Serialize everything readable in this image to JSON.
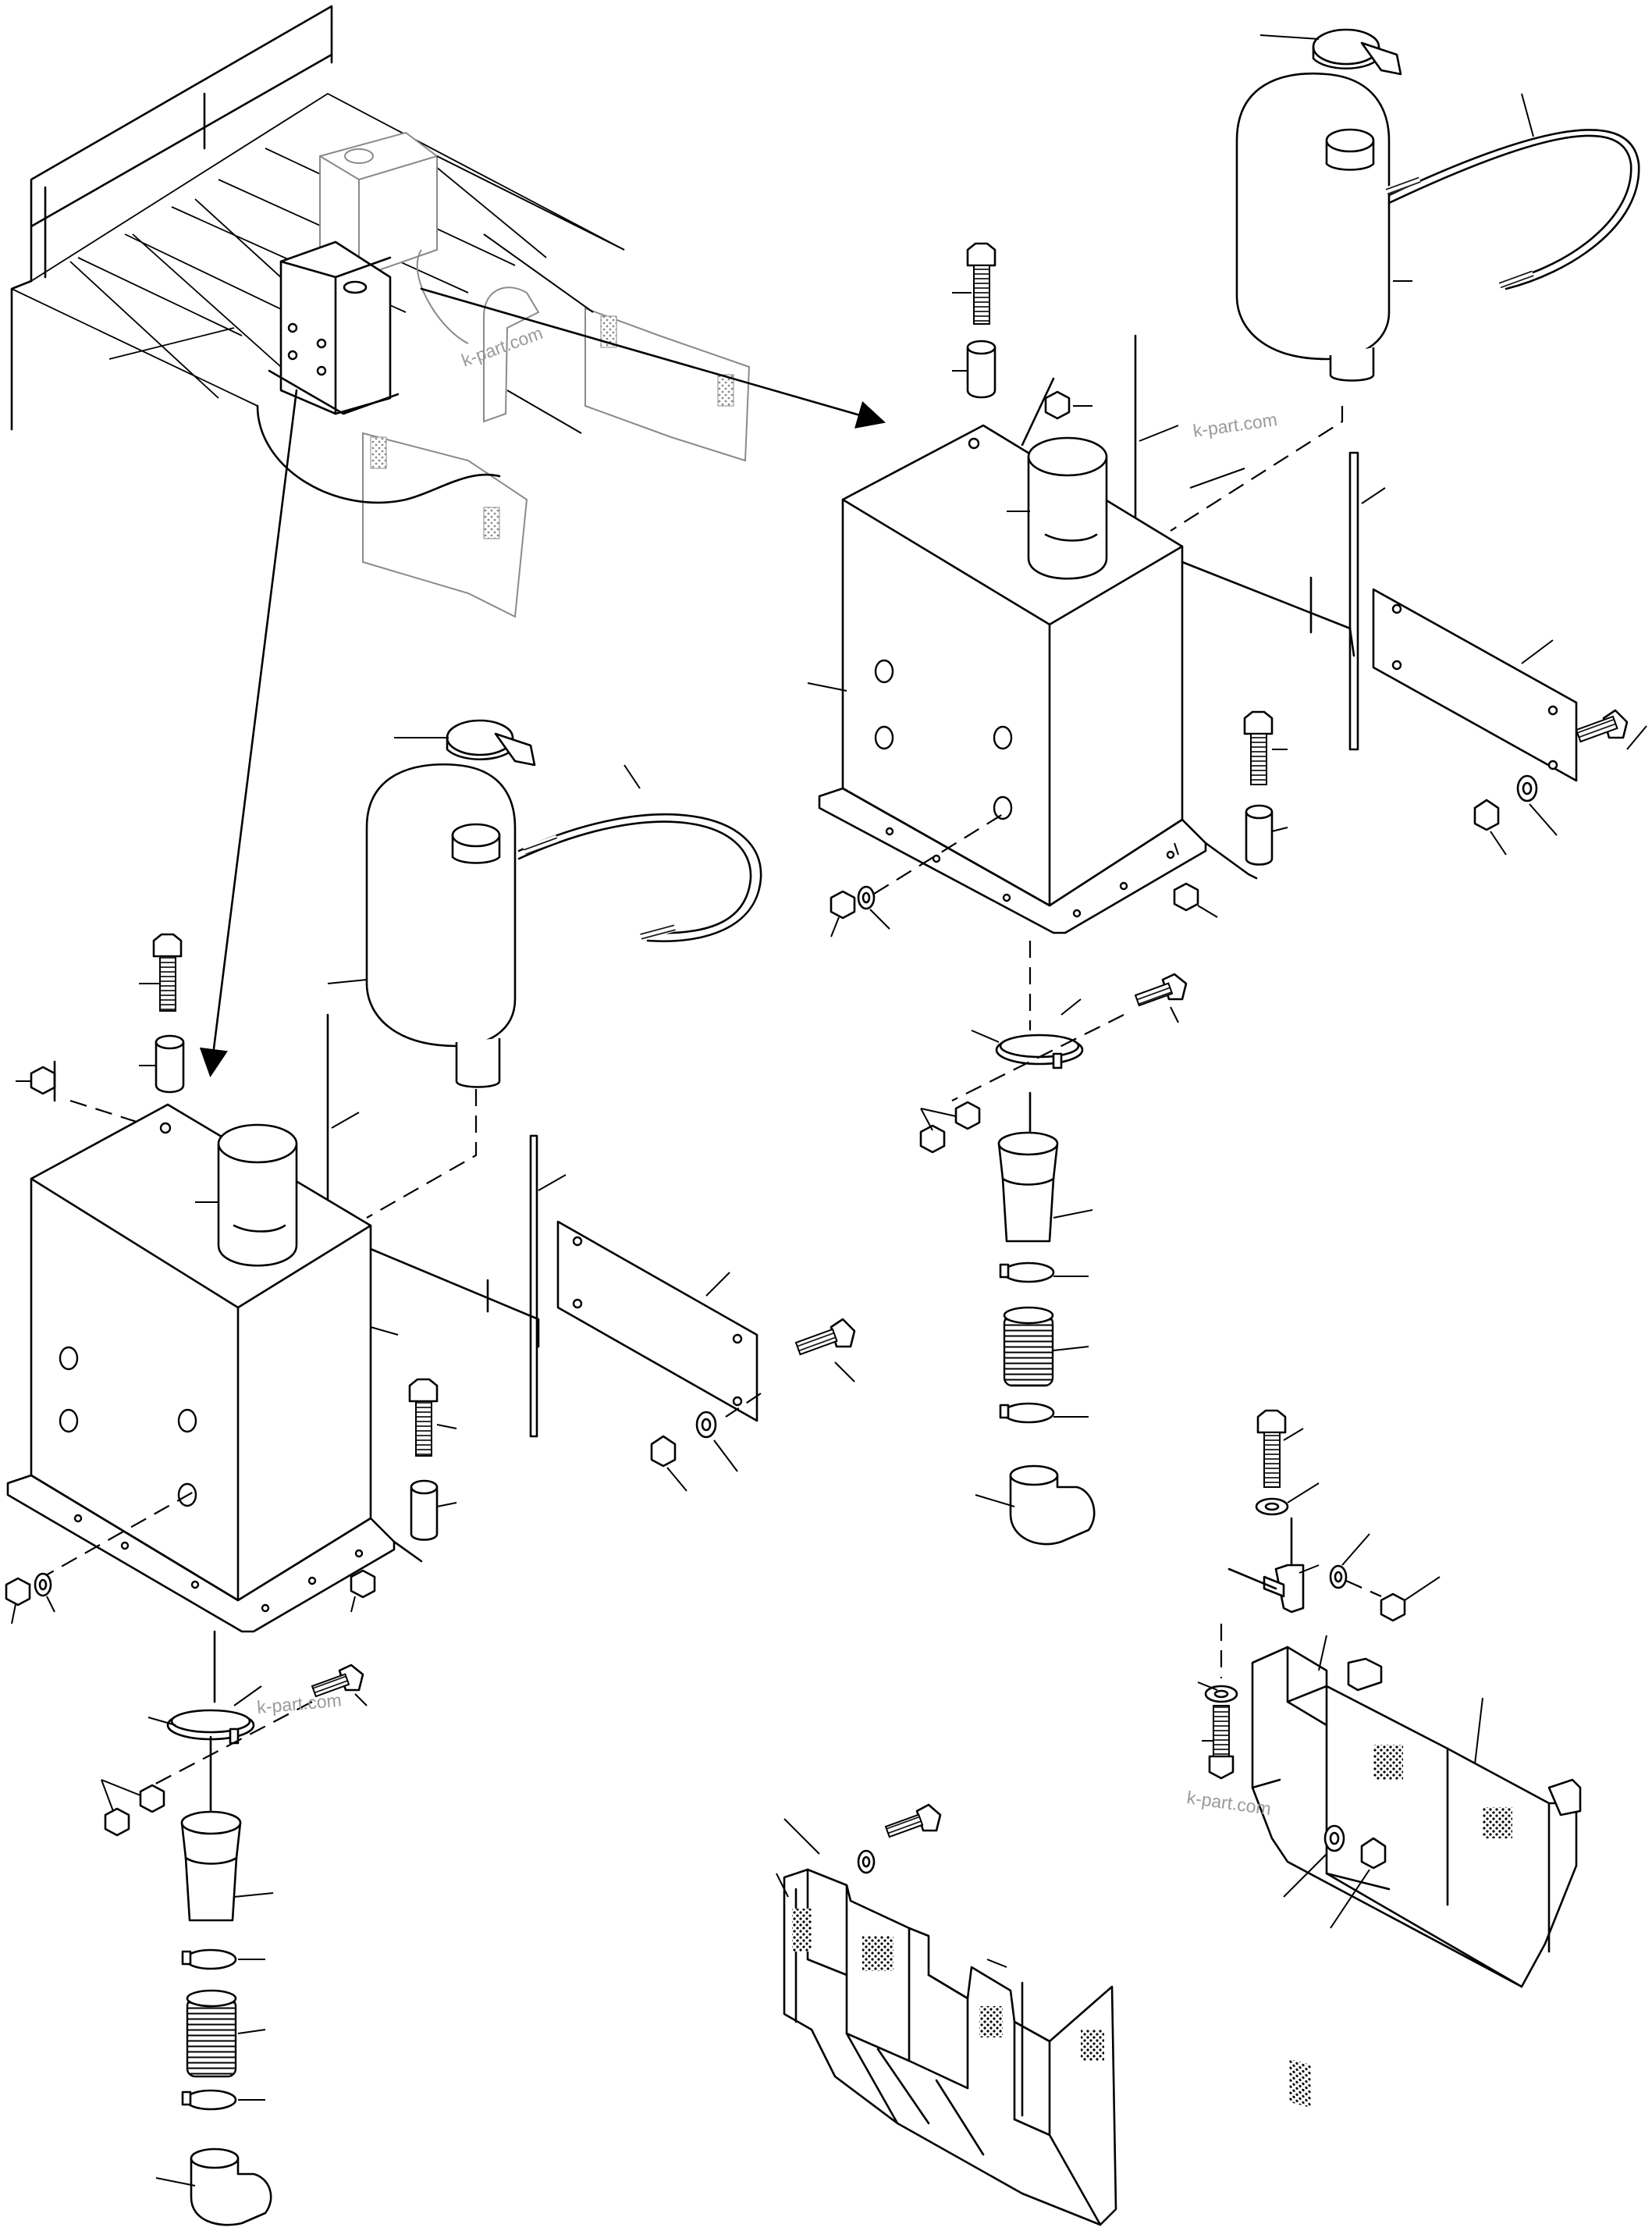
{
  "diagram": {
    "watermark_text": "k-part.com",
    "line_color": "#000000",
    "background_color": "#ffffff",
    "context_color": "#8a8a8a",
    "assemblies": [
      {
        "id": "overview",
        "description_icon": "machine-deck-overview-icon"
      },
      {
        "id": "tank-assembly-upper-right",
        "description_icon": "tank-assembly-icon"
      },
      {
        "id": "tank-assembly-lower-left",
        "description_icon": "tank-assembly-icon"
      },
      {
        "id": "guard-bracket-assembly",
        "description_icon": "guard-assembly-icon"
      },
      {
        "id": "guard-plate",
        "description_icon": "guard-plate-icon"
      }
    ]
  }
}
